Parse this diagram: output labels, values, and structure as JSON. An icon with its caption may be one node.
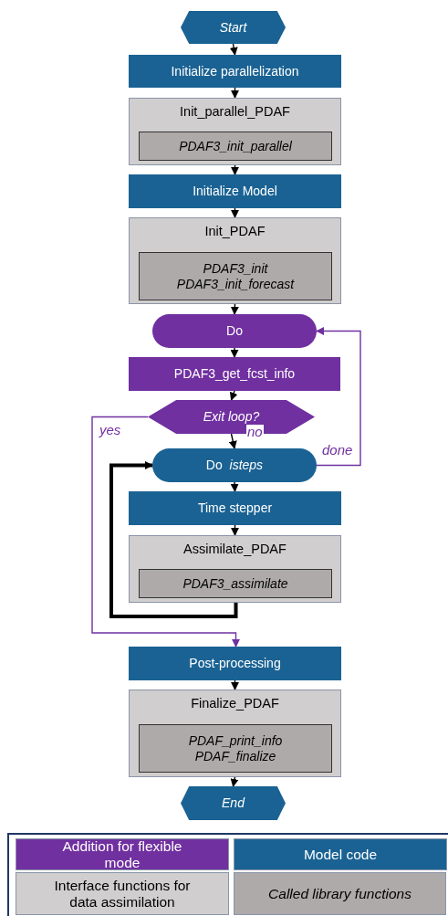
{
  "diagram": {
    "nodes": [
      {
        "text": [
          "Start"
        ]
      },
      {
        "text": [
          "Initialize parallelization"
        ]
      },
      {
        "text": [
          "Init_parallel_PDAF"
        ]
      },
      {
        "text": [
          "PDAF3_init_parallel"
        ],
        "in": 2
      },
      {
        "text": [
          "Initialize Model"
        ]
      },
      {
        "text": [
          "Init_PDAF"
        ]
      },
      {
        "text": [
          "PDAF3_init",
          "PDAF3_init_forecast"
        ],
        "in": 5
      },
      {
        "text": [
          "Do"
        ]
      },
      {
        "text": [
          "PDAF3_get_fcst_info"
        ]
      },
      {
        "text": [
          "Exit loop?"
        ]
      },
      {
        "text": [
          "Do  *isteps*"
        ]
      },
      {
        "text": [
          "Time stepper"
        ]
      },
      {
        "text": [
          "Assimilate_PDAF"
        ]
      },
      {
        "text": [
          "PDAF3_assimilate"
        ],
        "in": 12
      },
      {
        "text": [
          "Post-processing"
        ]
      },
      {
        "text": [
          "Finalize_PDAF"
        ]
      },
      {
        "text": [
          "PDAF_print_info",
          "PDAF_finalize"
        ],
        "in": 15
      },
      {
        "text": [
          "End"
        ]
      }
    ],
    "edges": [
      {
        "from": 0,
        "to": 1,
        "arrow": "to"
      },
      {
        "from": 1,
        "to": 2,
        "arrow": "to"
      },
      {
        "from": 2,
        "to": 4,
        "arrow": "to"
      },
      {
        "from": 4,
        "to": 5,
        "arrow": "to"
      },
      {
        "from": 5,
        "to": 7,
        "arrow": "to"
      },
      {
        "from": 7,
        "to": 8,
        "arrow": "to"
      },
      {
        "from": 8,
        "to": 9,
        "arrow": "to"
      },
      {
        "from": 9,
        "to": 10,
        "arrow": "to",
        "label": "no"
      },
      {
        "from": 10,
        "to": 11,
        "arrow": "to"
      },
      {
        "from": 11,
        "to": 12,
        "arrow": "to"
      },
      {
        "from": 12,
        "to": 10,
        "arrow": "to",
        "style": "thick"
      },
      {
        "from": 10,
        "to": 7,
        "arrow": "to",
        "label": "done",
        "color": "#7030a0"
      },
      {
        "from": 9,
        "to": 14,
        "arrow": "to",
        "label": "yes",
        "color": "#7030a0"
      },
      {
        "from": 14,
        "to": 15,
        "arrow": "to"
      },
      {
        "from": 15,
        "to": 17,
        "arrow": "to"
      }
    ],
    "legend": [
      {
        "text": "Addition for flexible mode",
        "color": "#7030a0"
      },
      {
        "text": "Model code",
        "color": "#1a6293"
      },
      {
        "text": "Interface functions for data assimilation",
        "color": "#d0cece"
      },
      {
        "text": "Called library functions",
        "color": "#aeaaaa"
      }
    ]
  }
}
